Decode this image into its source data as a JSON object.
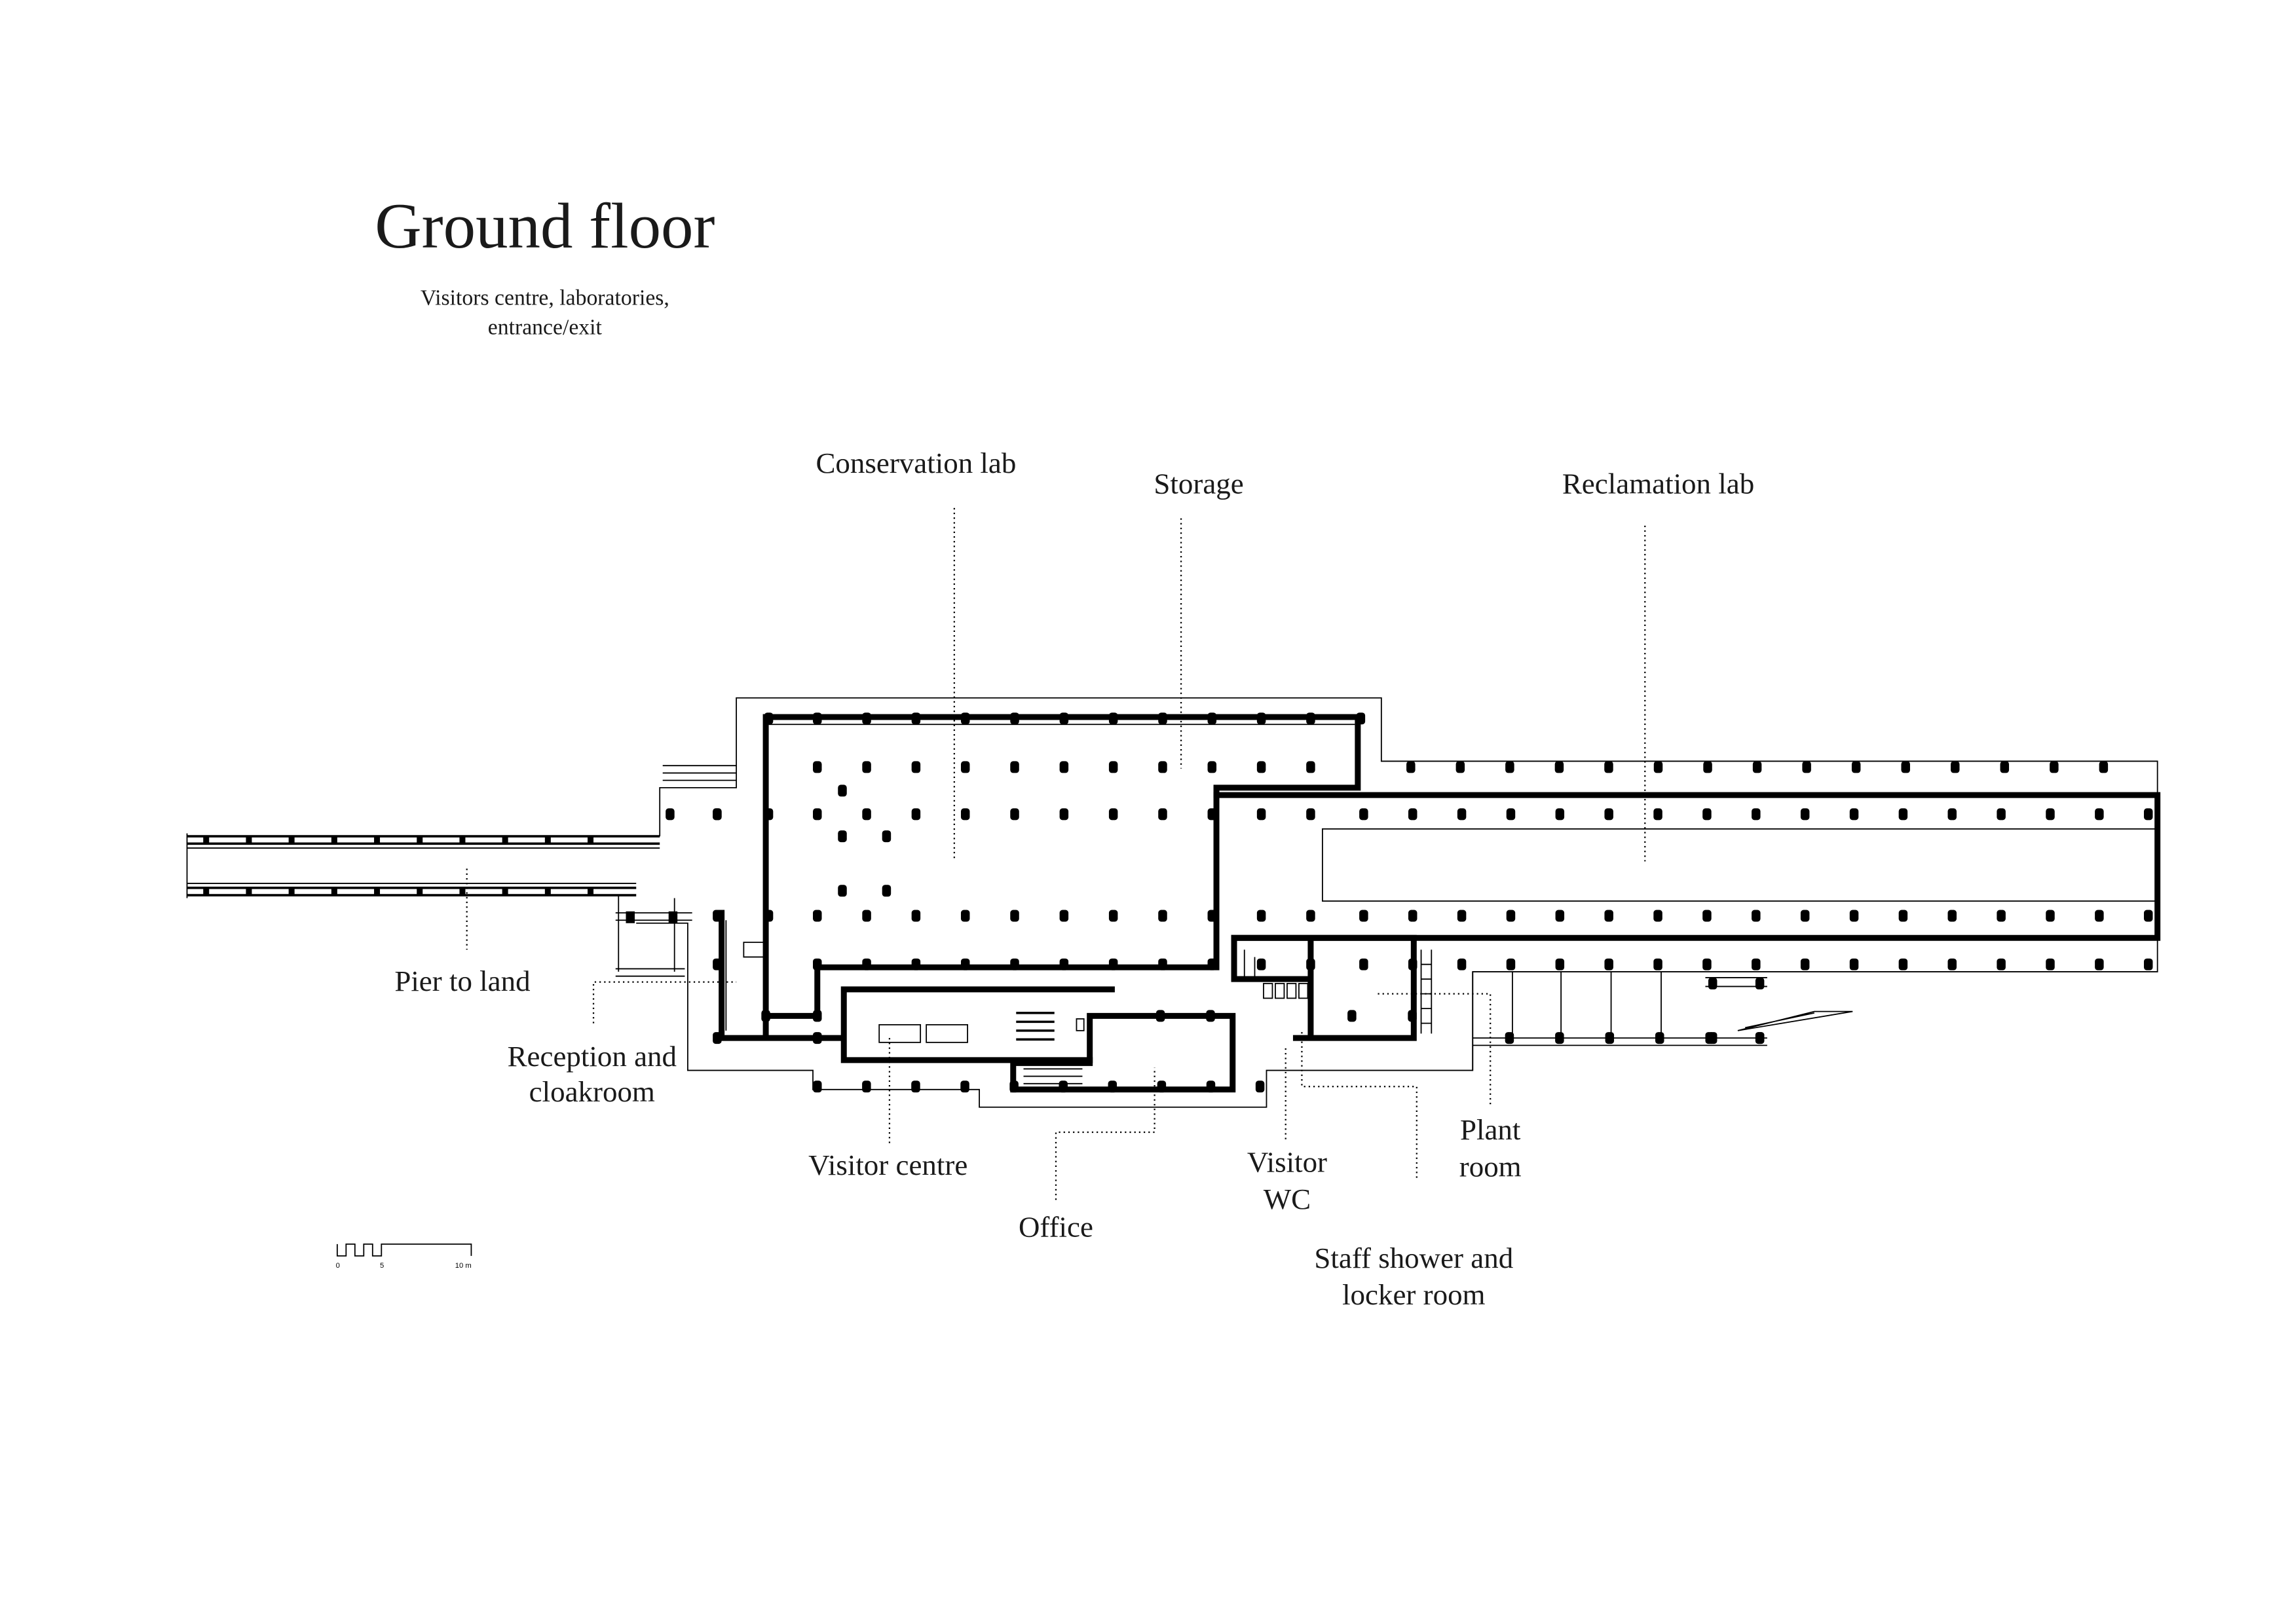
{
  "title": "Ground floor",
  "subtitle": [
    "Visitors centre, laboratories,",
    "entrance/exit"
  ],
  "labels": {
    "conservation_lab": "Conservation lab",
    "storage": "Storage",
    "reclamation_lab": "Reclamation lab",
    "pier": "Pier to land",
    "reception": [
      "Reception  and",
      "cloakroom"
    ],
    "visitor_centre": "Visitor centre",
    "office": "Office",
    "visitor_wc": [
      "Visitor",
      "WC"
    ],
    "plant_room": [
      "Plant",
      "room"
    ],
    "staff_shower": [
      "Staff shower and",
      "locker room"
    ]
  },
  "scale_bar": {
    "ticks": [
      "0",
      "5",
      "10 m"
    ]
  }
}
